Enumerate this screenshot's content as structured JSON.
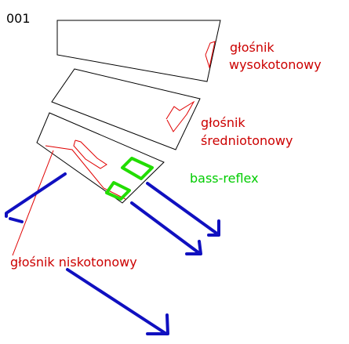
{
  "figure_id": "001",
  "labels": {
    "tweeter_line1": "głośnik",
    "tweeter_line2": "wysokotonowy",
    "mid_line1": "głośnik",
    "mid_line2": "średniotonowy",
    "bass_reflex": "bass-reflex",
    "woofer": "głośnik niskotonowy"
  },
  "colors": {
    "outline": "#000000",
    "speaker": "#e00000",
    "label_red": "#cc0000",
    "port": "#22dd00",
    "label_green": "#00cc00",
    "arrow": "#1010c0",
    "id_text": "#000000"
  },
  "icons": [
    "arrow-icon",
    "bass-reflex-port-icon",
    "speaker-driver-icon"
  ]
}
